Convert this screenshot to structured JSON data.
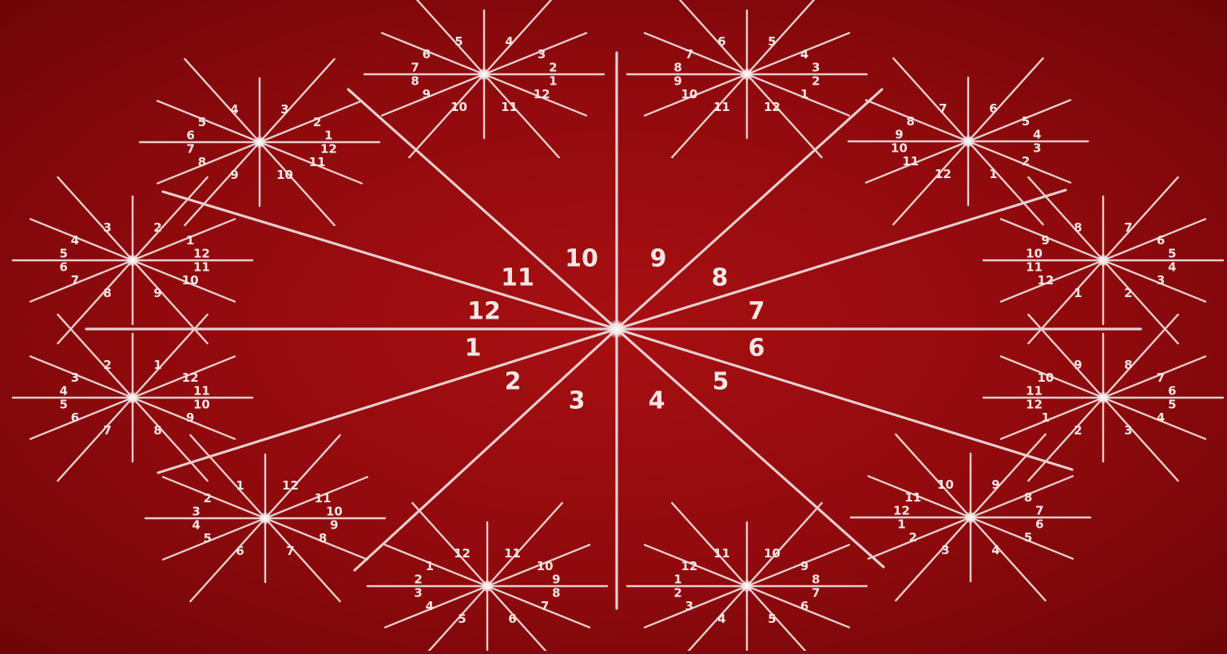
{
  "background_color": "#8f0a0d",
  "line_color": "#e6d0d0",
  "center_numbers": {
    "ray_0": "1",
    "ray_1": "2",
    "ray_2": "3",
    "ray_3": "4",
    "ray_4": "5",
    "ray_5": "6",
    "ray_6": "7",
    "ray_7": "8",
    "ray_8": "9",
    "ray_9": "10",
    "ray_10": "11",
    "ray_11": "12"
  },
  "outer_numbers": [
    [
      "10",
      "9",
      "8",
      "7",
      "6",
      "5",
      "4",
      "3",
      "2",
      "1",
      "12",
      "11"
    ],
    [
      "9",
      "8",
      "7",
      "6",
      "5",
      "4",
      "3",
      "2",
      "1",
      "12",
      "11",
      "10"
    ],
    [
      "8",
      "7",
      "6",
      "5",
      "4",
      "3",
      "2",
      "1",
      "12",
      "11",
      "10",
      "9"
    ],
    [
      "7",
      "6",
      "5",
      "4",
      "3",
      "2",
      "1",
      "12",
      "11",
      "10",
      "9",
      "8"
    ],
    [
      "6",
      "5",
      "4",
      "3",
      "2",
      "1",
      "12",
      "11",
      "10",
      "9",
      "8",
      "7"
    ],
    [
      "5",
      "4",
      "3",
      "2",
      "1",
      "12",
      "11",
      "10",
      "9",
      "8",
      "7",
      "6"
    ],
    [
      "4",
      "3",
      "2",
      "1",
      "12",
      "11",
      "10",
      "9",
      "8",
      "7",
      "6",
      "5"
    ],
    [
      "3",
      "2",
      "1",
      "12",
      "11",
      "10",
      "9",
      "8",
      "7",
      "6",
      "5",
      "4"
    ],
    [
      "2",
      "1",
      "12",
      "11",
      "10",
      "9",
      "8",
      "7",
      "6",
      "5",
      "4",
      "3"
    ],
    [
      "1",
      "12",
      "11",
      "10",
      "9",
      "8",
      "7",
      "6",
      "5",
      "4",
      "3",
      "2"
    ],
    [
      "12",
      "11",
      "10",
      "9",
      "8",
      "7",
      "6",
      "5",
      "4",
      "3",
      "2",
      "1"
    ],
    [
      "11",
      "10",
      "9",
      "8",
      "7",
      "6",
      "5",
      "4",
      "3",
      "2",
      "1",
      "12"
    ]
  ]
}
